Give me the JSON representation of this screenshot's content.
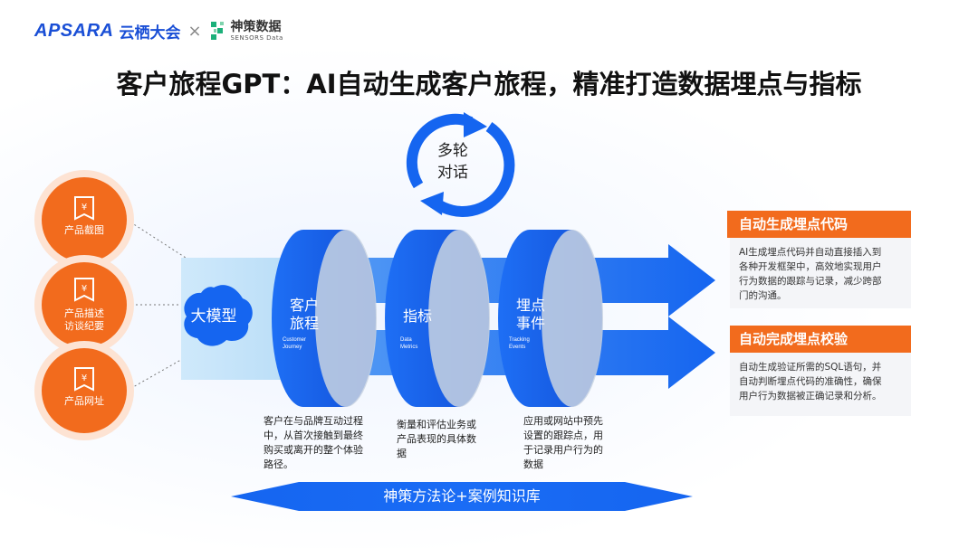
{
  "header": {
    "logo_apsara": "APSARA",
    "logo_yunqi": "云栖大会",
    "separator": "×",
    "sensors_cn": "神策数据",
    "sensors_en": "SENSORS Data"
  },
  "title": "客户旅程GPT：AI自动生成客户旅程，精准打造数据埋点与指标",
  "inputs": [
    {
      "label": "产品截图"
    },
    {
      "label_line1": "产品描述",
      "label_line2": "访谈纪要"
    },
    {
      "label": "产品网址"
    }
  ],
  "cycle": {
    "line1": "多轮",
    "line2": "对话"
  },
  "model": {
    "label": "大模型"
  },
  "stages": [
    {
      "line1": "客户",
      "line2": "旅程",
      "en1": "Customer",
      "en2": "Journey",
      "desc": [
        "客户在与品牌互动过程",
        "中，从首次接触到最终",
        "购买或离开的整个体验",
        "路径。"
      ]
    },
    {
      "line1": "指标",
      "en1": "Data",
      "en2": "Metrics",
      "desc": [
        "衡量和评估业务或",
        "产品表现的具体数",
        "据"
      ]
    },
    {
      "line1": "埋点",
      "line2": "事件",
      "en1": "Tracking",
      "en2": "Events",
      "desc": [
        "应用或网站中预先",
        "设置的跟踪点，用",
        "于记录用户行为的",
        "数据"
      ]
    }
  ],
  "outputs": [
    {
      "title": "自动生成埋点代码",
      "lines": [
        "AI生成埋点代码并自动直接插入到",
        "各种开发框架中，高效地实现用户",
        "行为数据的跟踪与记录，减少跨部",
        "门的沟通。"
      ]
    },
    {
      "title": "自动完成埋点校验",
      "lines": [
        "自动生成验证所需的SQL语句，并",
        "自动判断埋点代码的准确性，确保",
        "用户行为数据被正确记录和分析。"
      ]
    }
  ],
  "foundation": {
    "label": "神策方法论+案例知识库"
  },
  "colors": {
    "blue": "#1565f0",
    "orange": "#f26b1d",
    "light_blue": "#c9e6fb"
  }
}
